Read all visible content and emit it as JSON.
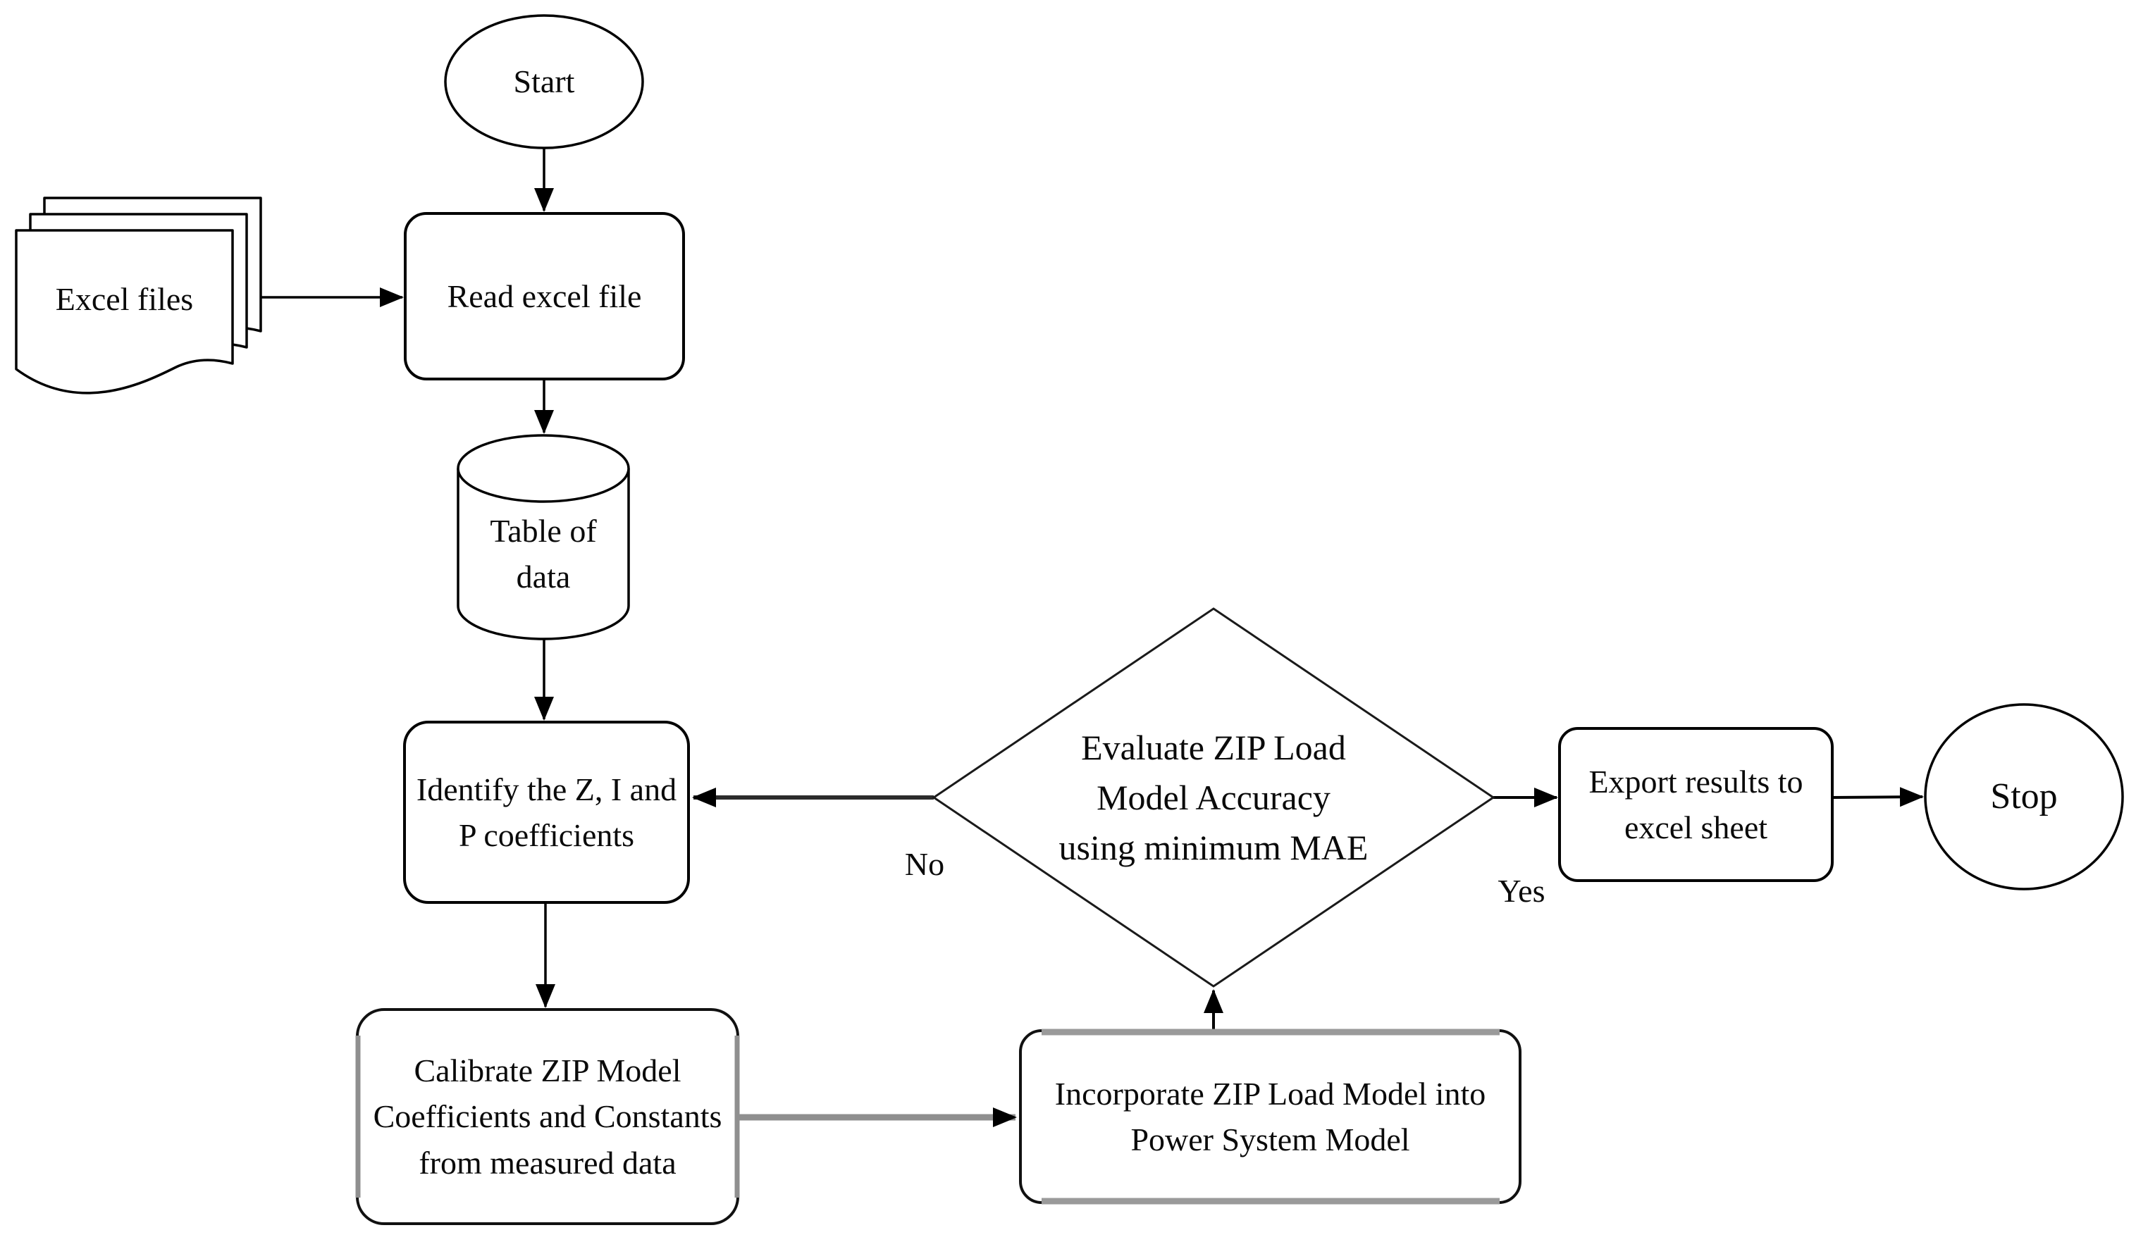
{
  "flowchart": {
    "background": "#ffffff",
    "stroke_color": "#000000",
    "gray_color": "#8f8f8f",
    "nodes": {
      "start": {
        "type": "terminator",
        "label": "Start"
      },
      "excel_files": {
        "type": "documents",
        "label": "Excel files"
      },
      "read_excel": {
        "type": "process",
        "label": "Read excel file"
      },
      "table_of_data": {
        "type": "database",
        "label": "Table of\ndata"
      },
      "identify": {
        "type": "process",
        "label": "Identify the Z, I and\nP coefficients"
      },
      "calibrate": {
        "type": "process",
        "label": "Calibrate ZIP Model\nCoefficients and Constants\nfrom measured data"
      },
      "incorporate": {
        "type": "process",
        "label": "Incorporate ZIP Load Model into\nPower System Model"
      },
      "evaluate": {
        "type": "decision",
        "label": "Evaluate ZIP Load\nModel Accuracy\nusing minimum MAE"
      },
      "export": {
        "type": "process",
        "label": "Export results to\nexcel sheet"
      },
      "stop": {
        "type": "terminator",
        "label": "Stop"
      }
    },
    "edge_labels": {
      "no": "No",
      "yes": "Yes"
    }
  }
}
